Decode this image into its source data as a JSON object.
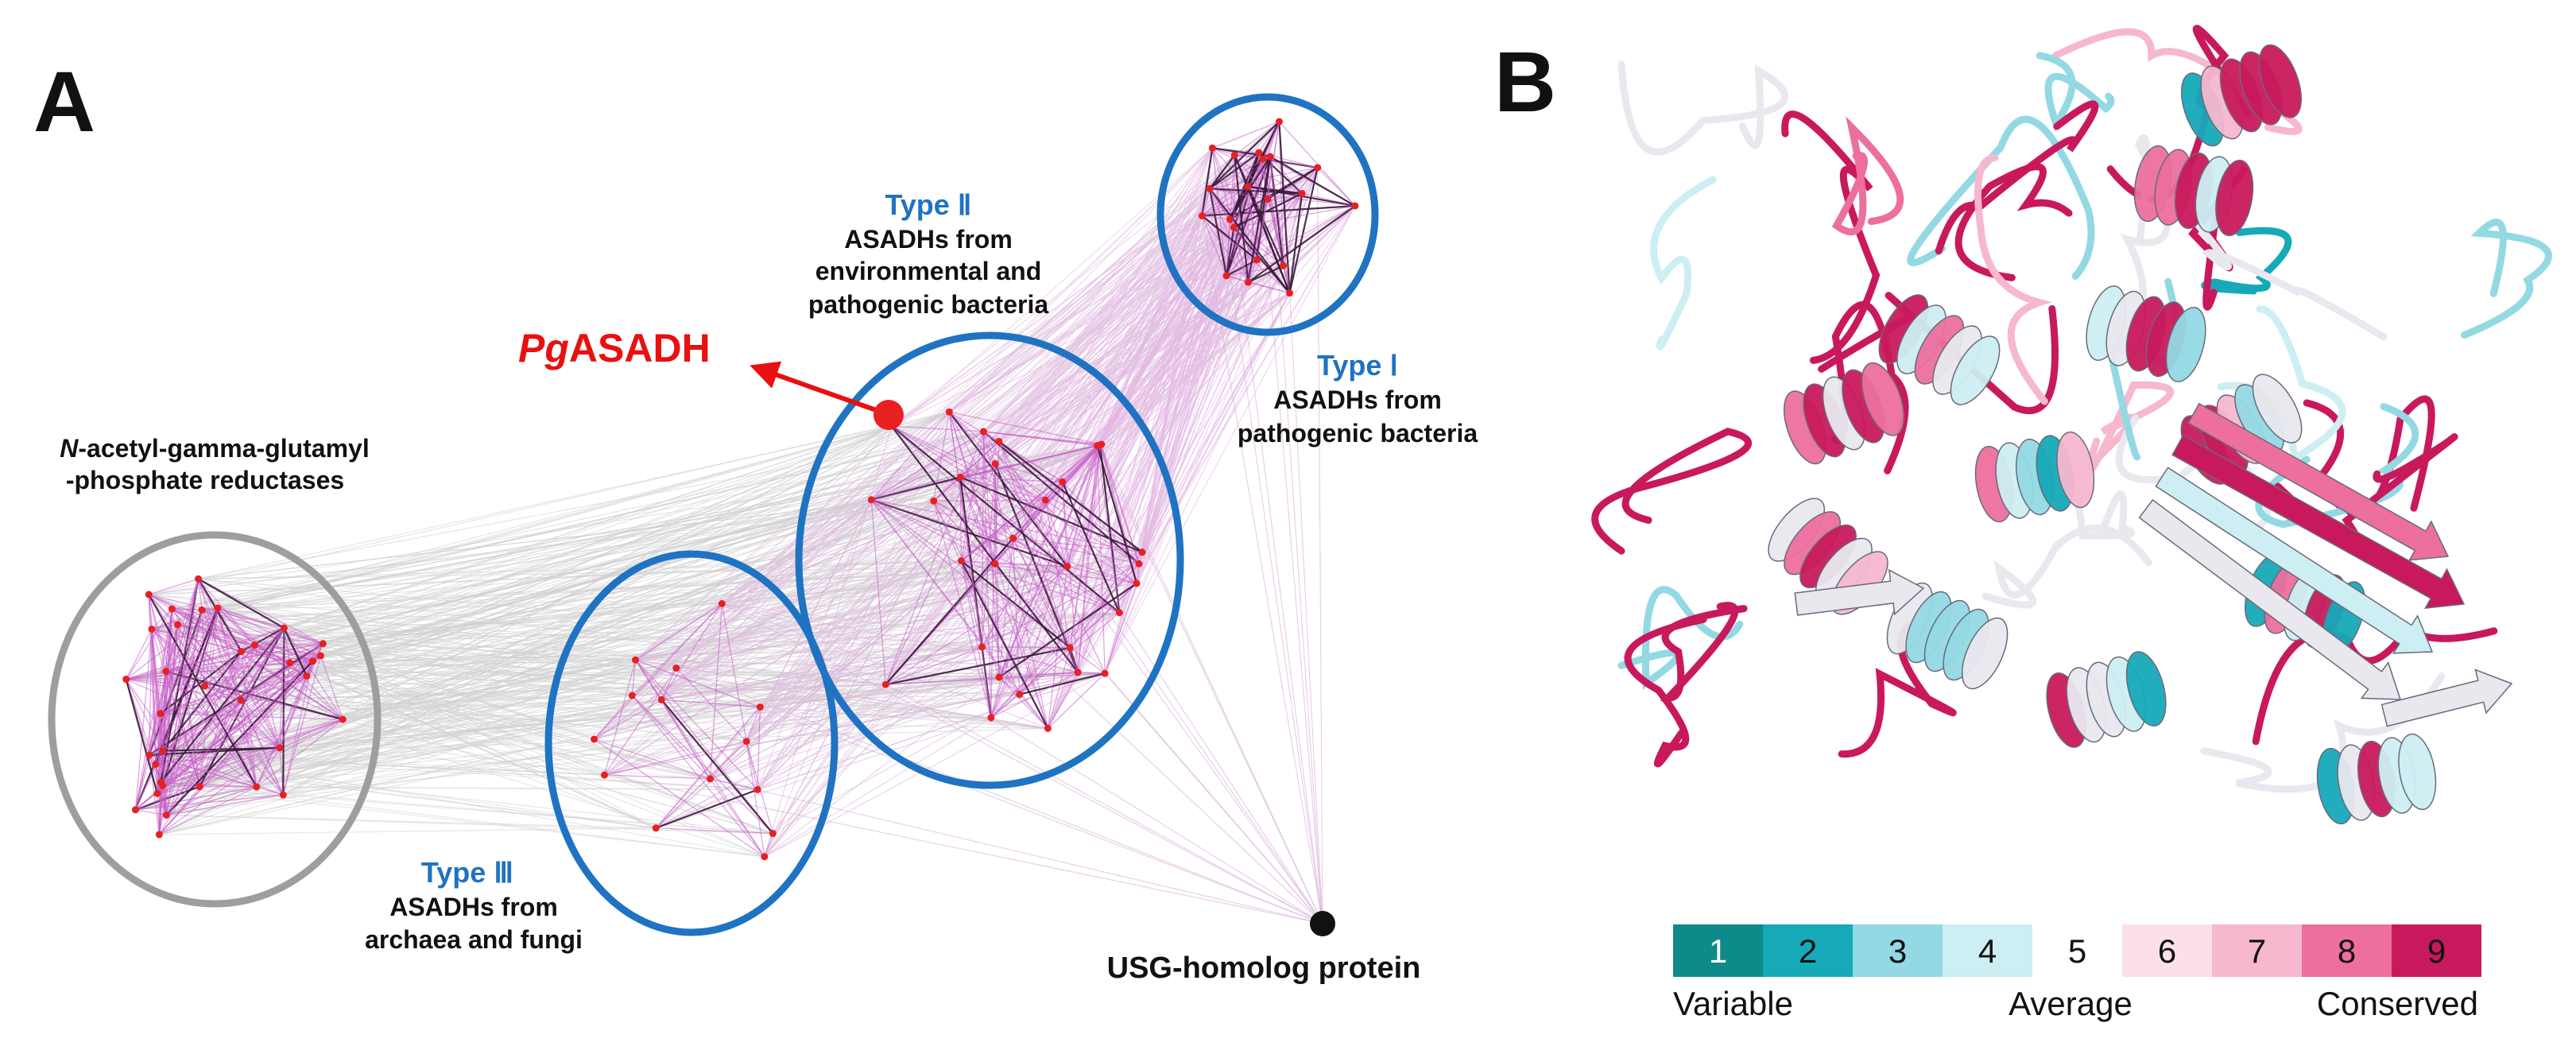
{
  "panel_a": {
    "letter": "A",
    "pg_label_italic": "Pg",
    "pg_label_rest": "ASADH",
    "type2": {
      "label": "Type Ⅱ",
      "lines": [
        "ASADHs from",
        "environmental and",
        "pathogenic bacteria"
      ]
    },
    "type1": {
      "label": "Type Ⅰ",
      "lines": [
        "ASADHs from",
        "pathogenic bacteria"
      ]
    },
    "type3": {
      "label": "Type Ⅲ",
      "lines": [
        "ASADHs from",
        "archaea and fungi"
      ]
    },
    "nags": {
      "line1_italic": "N",
      "line1_rest": "-acetyl-gamma-glutamyl",
      "line2": "-phosphate reductases"
    },
    "usg": "USG-homolog protein",
    "colors": {
      "ring_blue": "#1f73c2",
      "ring_gray": "#9e9e9e",
      "edge_pink": "#c65cc6",
      "edge_dark": "#3a1a3a",
      "node_red": "#e82020",
      "pg_red": "#e81010"
    }
  },
  "panel_b": {
    "letter": "B",
    "scale": {
      "boxes": [
        {
          "label": "1",
          "color": "#0e8a8a",
          "text_color": "#ffffff"
        },
        {
          "label": "2",
          "color": "#16a9b8",
          "text_color": "#111111"
        },
        {
          "label": "3",
          "color": "#93d9e4",
          "text_color": "#111111"
        },
        {
          "label": "4",
          "color": "#cdeef2",
          "text_color": "#111111"
        },
        {
          "label": "5",
          "color": "#ffffff",
          "text_color": "#111111"
        },
        {
          "label": "6",
          "color": "#fbe0ea",
          "text_color": "#111111"
        },
        {
          "label": "7",
          "color": "#f6b7cf",
          "text_color": "#111111"
        },
        {
          "label": "8",
          "color": "#ec6f9e",
          "text_color": "#111111"
        },
        {
          "label": "9",
          "color": "#c8195c",
          "text_color": "#111111"
        }
      ],
      "left_caption": "Variable",
      "mid_caption": "Average",
      "right_caption": "Conserved"
    }
  }
}
